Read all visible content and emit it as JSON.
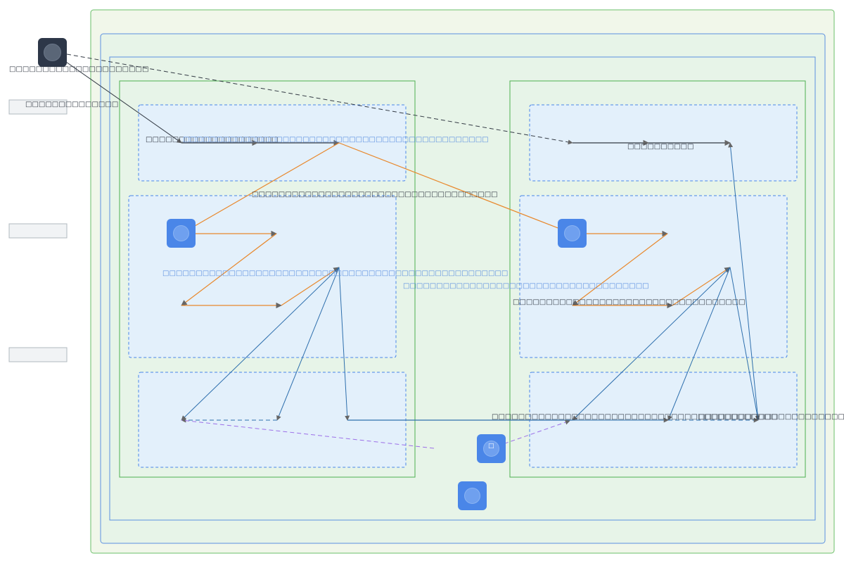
{
  "colors": {
    "outer_green_fill": "#f1f7ea",
    "outer_green_stroke": "#6abf69",
    "blue_fill": "#e7f4e8",
    "blue_stroke": "#5b8fe0",
    "lane_stroke": "#4caf50",
    "group_fill": "#e3f0fb",
    "group_stroke": "#4a86e8",
    "node_blue": "#4a86e8",
    "node_dark": "#2d3748",
    "edge_orange": "#e8882c",
    "edge_blue": "#2e6fad",
    "edge_dark": "#333a44",
    "edge_purple": "#9c6fe8",
    "arrow_gray": "#666666",
    "side_box_fill": "#f1f3f5",
    "side_box_stroke": "#b0b8bf"
  },
  "external": {
    "actor": {
      "icon": "user-circle-icon",
      "label": "□□□□□□□□□□□□□□□□□□□□□"
    },
    "side_boxes": [
      {
        "label": "□□□□□□□□□□□□□□"
      },
      {
        "label": ""
      },
      {
        "label": ""
      }
    ]
  },
  "containers": {
    "outer": {
      "label": ""
    },
    "region": {
      "label": ""
    },
    "vpc": {
      "label": ""
    },
    "lanes": [
      {
        "id": "left",
        "groups": [
          {
            "id": "left-top",
            "label": "□□□□□□□□□□□□□□□□□□□□"
          },
          {
            "id": "left-mid",
            "label": "□□□□□□□□□□□□□□□□□□□□□□□□□□□□□□□□□□□□□"
          },
          {
            "id": "left-bottom",
            "label": ""
          }
        ]
      },
      {
        "id": "right",
        "groups": [
          {
            "id": "right-top",
            "label": ""
          },
          {
            "id": "right-mid",
            "label": ""
          },
          {
            "id": "right-bottom",
            "label": ""
          }
        ]
      }
    ]
  },
  "nodes": [
    {
      "id": "left-mid-node",
      "icon": "service-icon"
    },
    {
      "id": "right-mid-node",
      "icon": "service-icon"
    },
    {
      "id": "center-node",
      "icon": "service-icon",
      "glyph": "□"
    },
    {
      "id": "bottom-node",
      "icon": "service-icon"
    }
  ],
  "edge_labels": {
    "top_left_long": "□□□□□□□□□□□□□□□□□□□□□□□□□□□□□□□□□□□□□□□□□□□□□□",
    "left_mid_caption": "□□□□□□□□□□□□□□□□□□□□□□□□□□□□□□□□□□□□□□□□□□□□□□□□□□□□",
    "between_lanes": "□□□□□□□□□□□□□□□□□□□□□□□□□□□□□□□□□□□□□",
    "right_top": "□□□□□□□□□□",
    "right_mid": "□□□□□□□□□□□□□□□□□□□□□□□□□□□□□□□□□□□",
    "bottom_center": "□□□□□□□□□□□□□□□□□□□□□□□□□□□□□□□□□□□□□□□□□□□",
    "bottom_right": "□□□□□□□□□□□□□□□□□□□□□□□□□□□□□□□□□□"
  }
}
